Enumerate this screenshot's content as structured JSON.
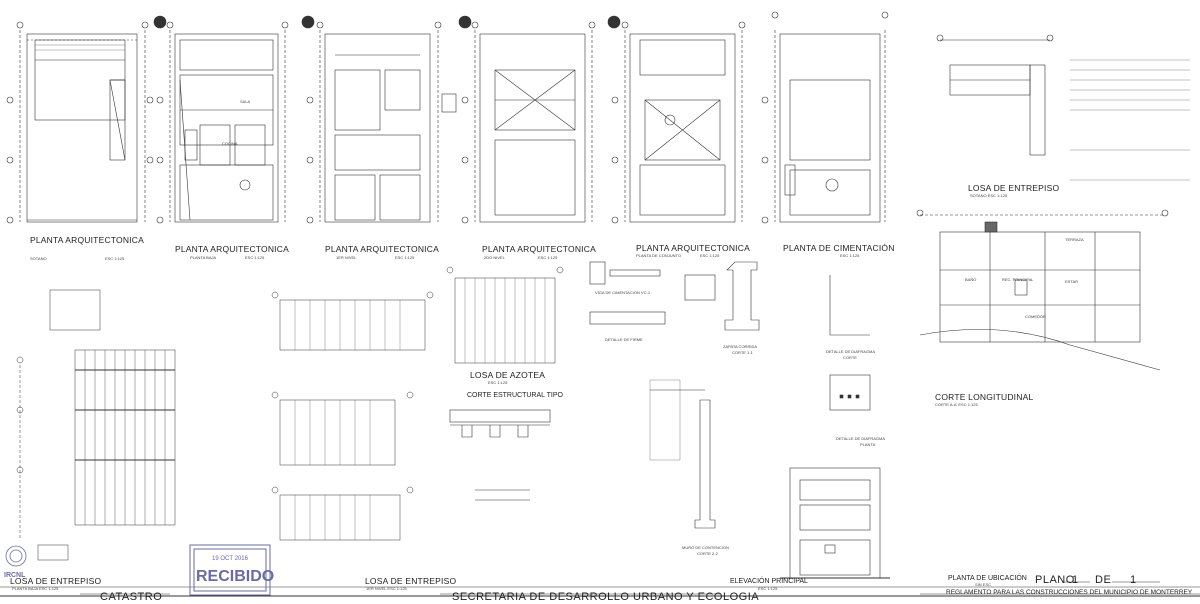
{
  "titles": {
    "p1": "PLANTA ARQUITECTONICA",
    "p1_sub": "SOTANO",
    "p1_scale": "ESC 1:125",
    "p2": "PLANTA ARQUITECTONICA",
    "p2_sub": "PLANTA BAJA",
    "p2_scale": "ESC 1:125",
    "p3": "PLANTA ARQUITECTONICA",
    "p3_sub": "1ER NIVEL",
    "p3_scale": "ESC 1:125",
    "p4": "PLANTA ARQUITECTONICA",
    "p4_sub": "2DO NIVEL",
    "p4_scale": "ESC 1:125",
    "p5": "PLANTA ARQUITECTONICA",
    "p5_sub": "PLANTA DE CONJUNTO",
    "p5_scale": "ESC 1:125",
    "p6": "PLANTA DE CIMENTACIÓN",
    "p6_scale": "ESC 1:125",
    "losa_entrepiso_top": "LOSA DE ENTREPISO",
    "losa_entrepiso_top_sub": "SOTANO        ESC 1:125",
    "losa_azotea": "LOSA DE AZOTEA",
    "losa_azotea_scale": "ESC 1:125",
    "corte_estructural": "CORTE ESTRUCTURAL TIPO",
    "corte_longitudinal": "CORTE LONGITUDINAL",
    "corte_longitudinal_sub": "CORTE A-A'        ESC 1:125",
    "elevacion": "ELEVACIÓN PRINCIPAL",
    "elevacion_scale": "ESC 1:125",
    "losa_entrepiso_left": "LOSA DE ENTREPISO",
    "losa_entrepiso_left_sub": "PLANTA BAJA        ESC 1:125",
    "losa_entrepiso_mid": "LOSA DE ENTREPISO",
    "losa_entrepiso_mid_sub": "1ER NIVEL        ESC 1:125",
    "vigas": "VIGA DE CIMENTACION VC-1",
    "firme": "DETALLE DE FIRME",
    "zapata": "ZAPATA CORRIDA",
    "zapata_sub": "CORTE 1-1",
    "diafragma": "DETALLE DE DIAFRAGMA",
    "diafragma_sub": "CORTE",
    "diafragma2": "DETALLE DE DIAFRAGMA",
    "diafragma2_sub": "PLANTA",
    "muro": "MURO DE CONTENCION",
    "muro_sub": "CORTE 2-2"
  },
  "titleblock": {
    "catastro": "CATASTRO",
    "secretaria": "SECRETARIA DE DESARROLLO URBANO Y ECOLOGIA",
    "ubicacion": "PLANTA DE UBICACIÓN",
    "ubicacion_sub": "SIN ESC",
    "plano_label": "PLANO",
    "plano_num": "1",
    "de_label": "DE",
    "plano_total": "1",
    "reglamento": "REGLAMENTO PARA LAS CONSTRUCCIONES DEL MUNICIPIO DE MONTERREY"
  },
  "stamps": {
    "recibido": "RECIBIDO",
    "date": "19 OCT 2016",
    "ircnl": "IRCNL"
  },
  "rooms": {
    "cocina": "COCINA",
    "sala": "SALA",
    "comedor": "COMEDOR",
    "recamara": "REC. PRINCIPAL",
    "terraza": "TERRAZA",
    "bano": "BAÑO",
    "estar": "ESTAR"
  }
}
